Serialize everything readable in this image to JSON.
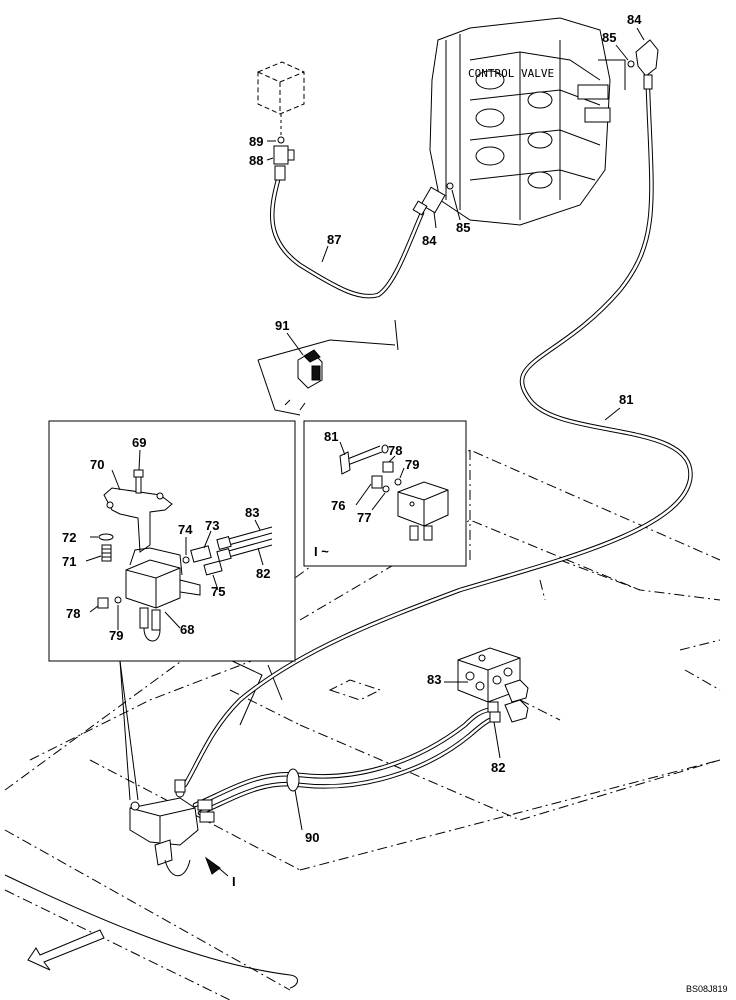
{
  "diagram": {
    "control_valve_label": "CONTROL VALVE",
    "drawing_code": "BS08J819",
    "view_marker": "I",
    "inset_marker": "I ~",
    "callouts": {
      "c84_top": "84",
      "c85_top": "85",
      "c89": "89",
      "c88": "88",
      "c87": "87",
      "c84_mid": "84",
      "c85_mid": "85",
      "c91": "91",
      "c81_main": "81",
      "c69": "69",
      "c70": "70",
      "c72": "72",
      "c71": "71",
      "c74": "74",
      "c73": "73",
      "c83_inset": "83",
      "c82_inset": "82",
      "c75": "75",
      "c78_left": "78",
      "c79_left": "79",
      "c68": "68",
      "c81_inset": "81",
      "c78_right": "78",
      "c79_right": "79",
      "c76": "76",
      "c77": "77",
      "c83_low": "83",
      "c82_low": "82",
      "c90": "90"
    }
  }
}
